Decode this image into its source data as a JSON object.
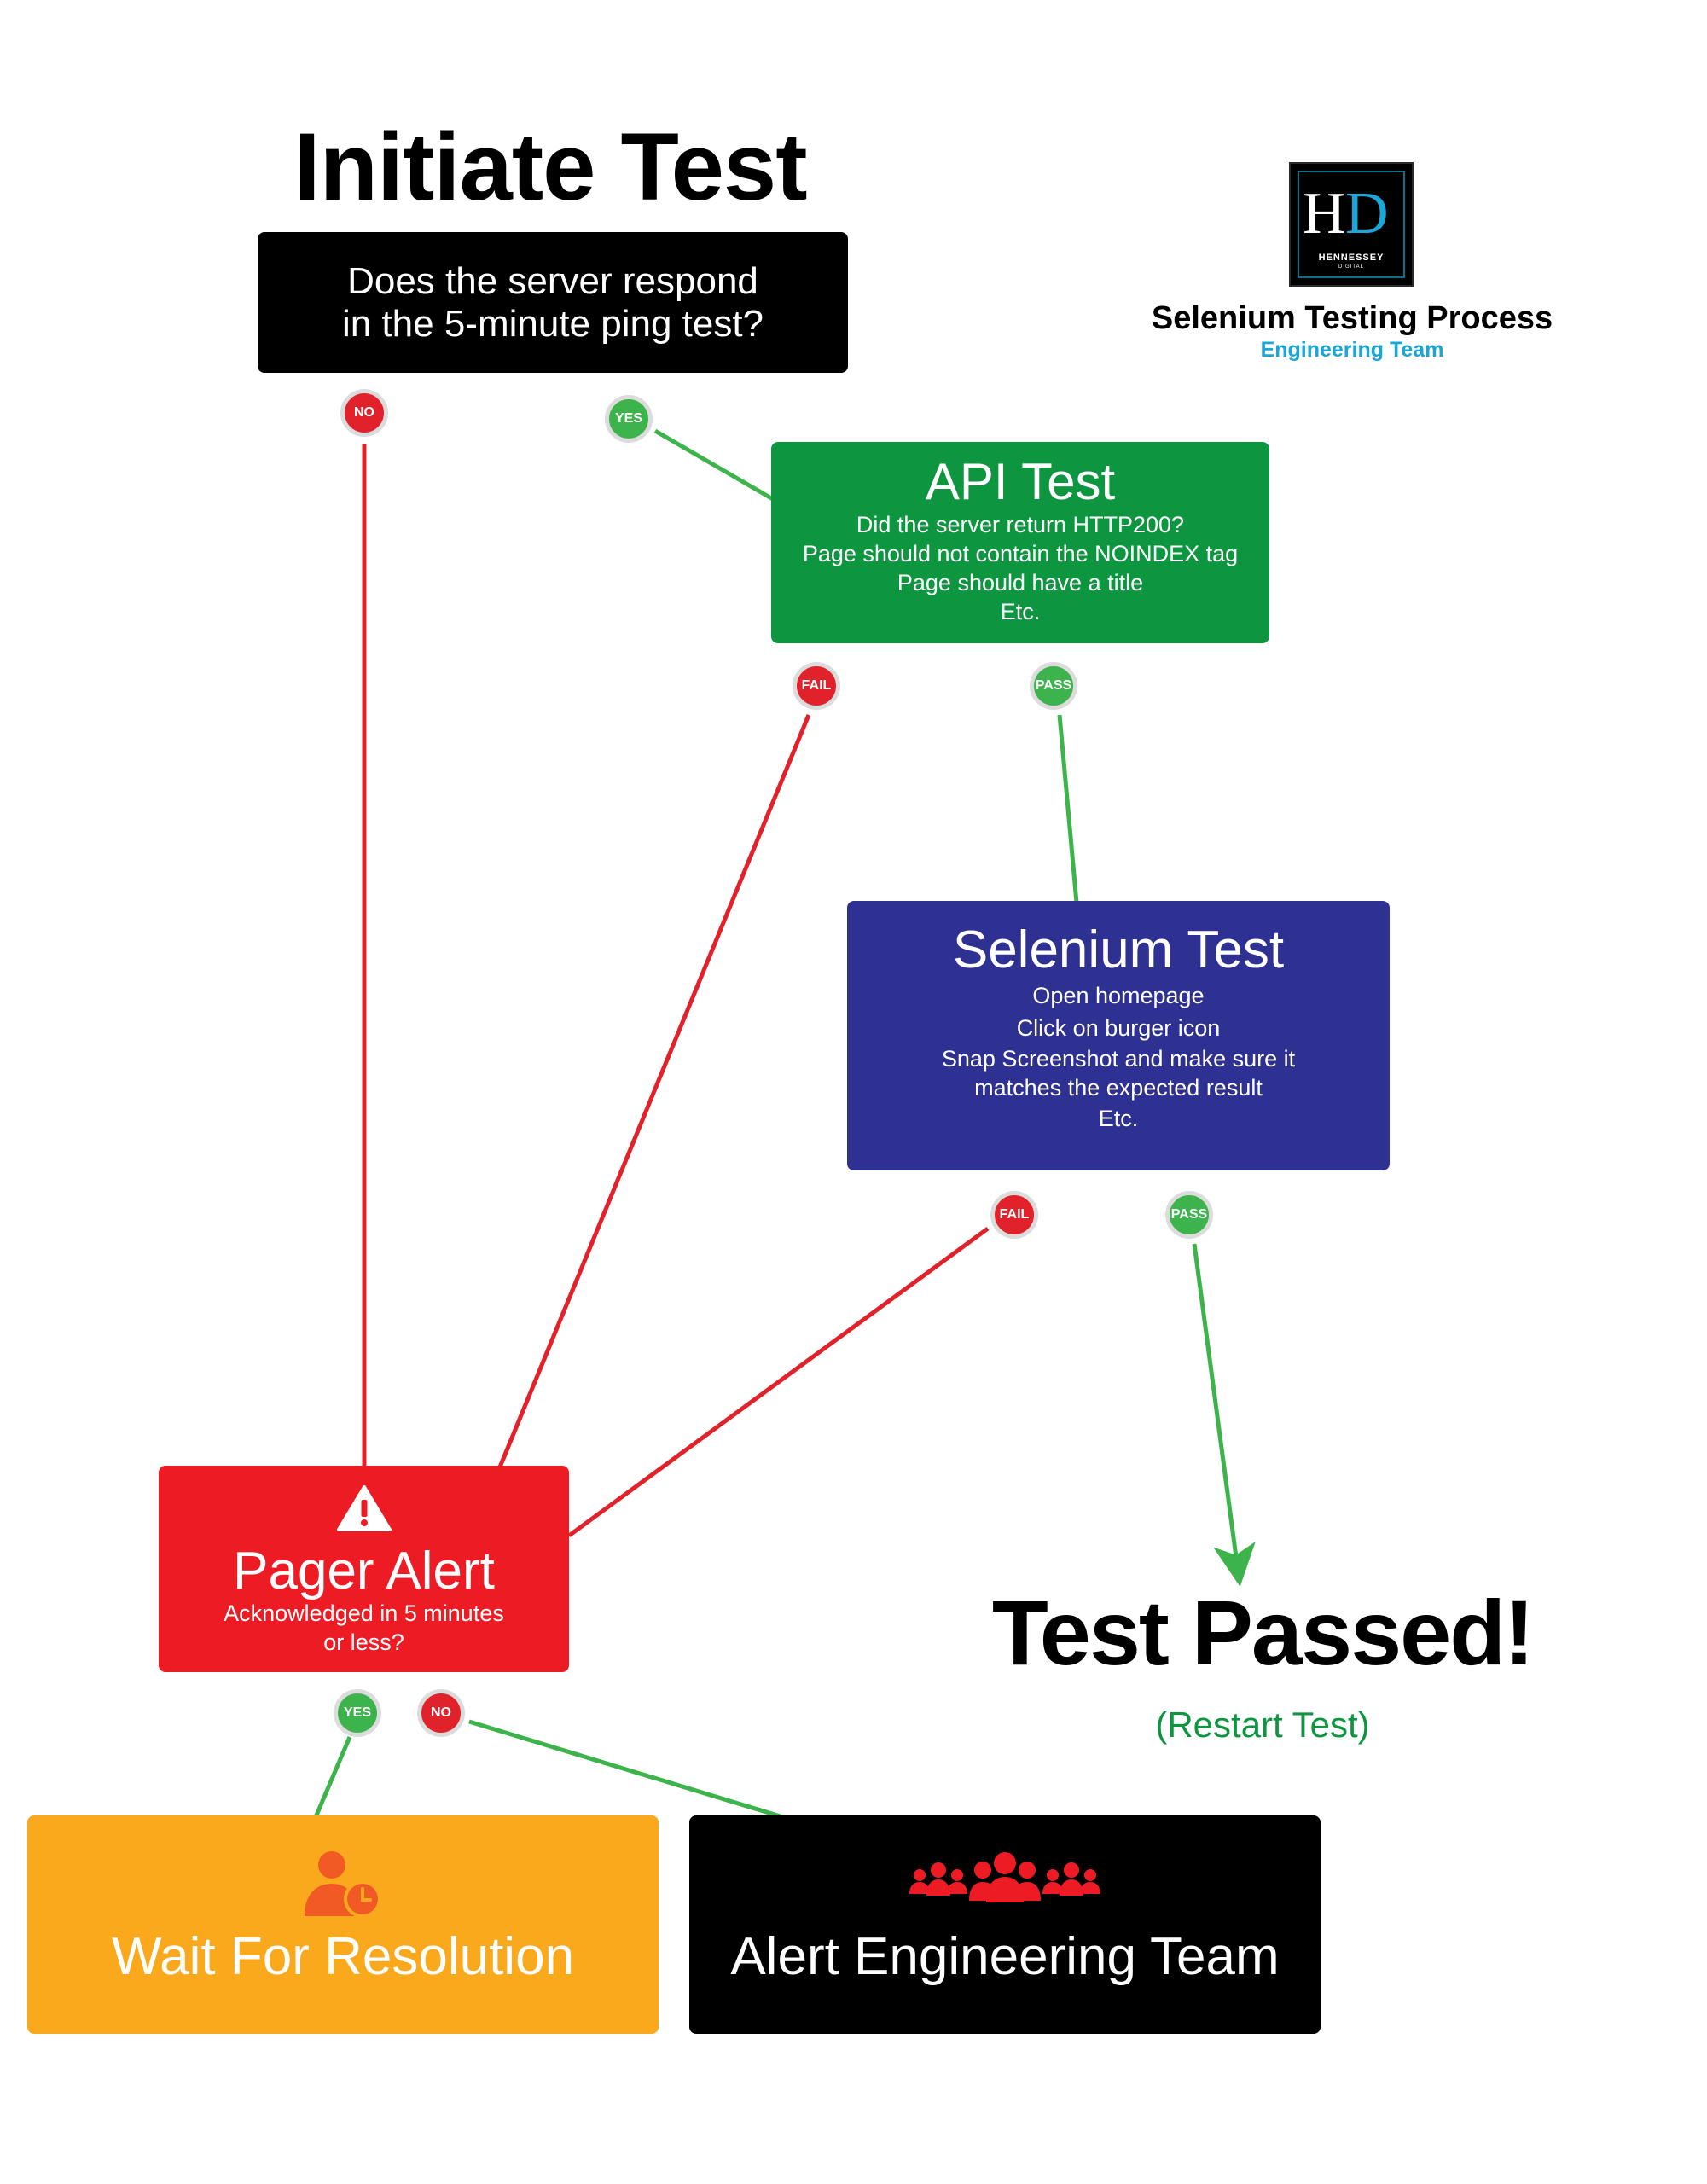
{
  "title": "Initiate Test",
  "brand": {
    "logo_h": "H",
    "logo_d": "D",
    "logo_name": "HENNESSEY",
    "logo_sub": "DIGITAL",
    "title": "Selenium Testing Process",
    "subtitle": "Engineering Team"
  },
  "ping": {
    "question": "Does the server respond\nin the 5-minute ping test?",
    "no_label": "NO",
    "yes_label": "YES"
  },
  "api": {
    "title": "API Test",
    "lines": [
      "Did the server return HTTP200?",
      "Page should not contain the NOINDEX tag",
      "Page should have a title",
      "Etc."
    ],
    "fail_label": "FAIL",
    "pass_label": "PASS"
  },
  "selenium": {
    "title": "Selenium Test",
    "lines": [
      "Open homepage",
      "Click on burger icon",
      "Snap Screenshot and make sure it",
      "matches the expected result",
      "Etc."
    ],
    "fail_label": "FAIL",
    "pass_label": "PASS"
  },
  "pager": {
    "icon": "warning-icon",
    "title": "Pager Alert",
    "subtitle": "Acknowledged in 5 minutes\nor less?",
    "yes_label": "YES",
    "no_label": "NO"
  },
  "wait": {
    "icon": "user-clock-icon",
    "label": "Wait For Resolution"
  },
  "alert": {
    "icon": "team-icon",
    "label": "Alert Engineering Team"
  },
  "result": {
    "title": "Test Passed!",
    "restart": "(Restart Test)"
  },
  "colors": {
    "red": "#ed1c24",
    "green": "#0d963f",
    "badge_green": "#3cb44b",
    "navy": "#2e3192",
    "orange": "#faa91d",
    "accent_blue": "#1aa6d8",
    "black": "#000000"
  }
}
